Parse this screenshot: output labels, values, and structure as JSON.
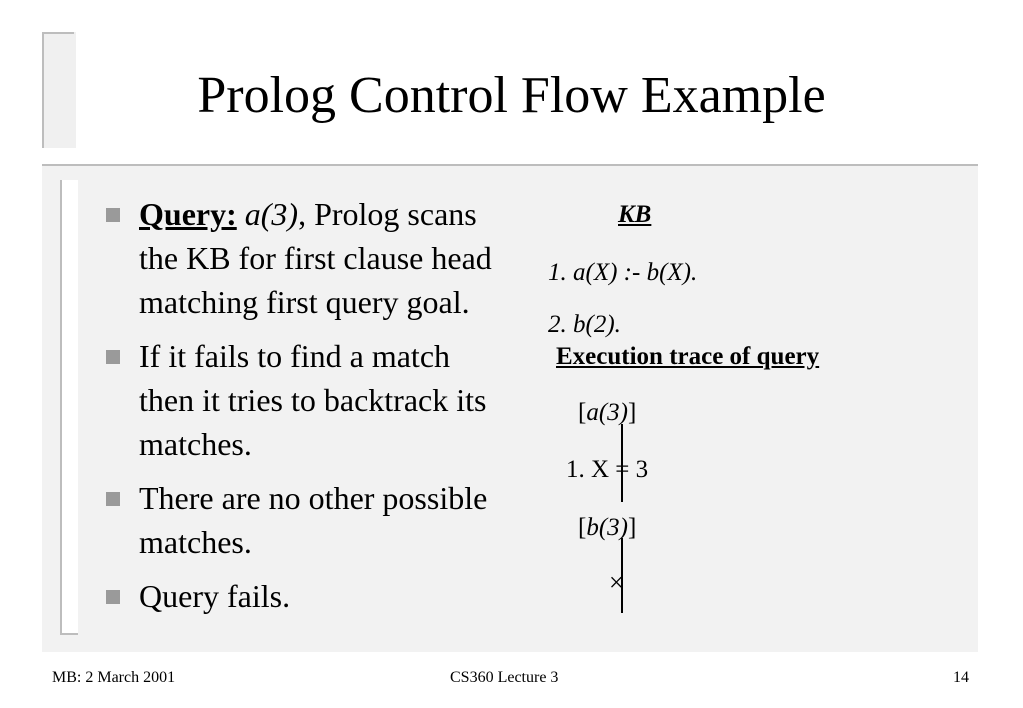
{
  "title": "Prolog Control Flow Example",
  "bullets": {
    "b1": {
      "label": "Query:",
      "goal": "a(3)",
      "rest": ", Prolog scans the KB for first clause head matching first query goal."
    },
    "b2": "If it fails to find a match then it tries to backtrack its matches.",
    "b3": "There are no other possible matches.",
    "b4": "Query fails."
  },
  "kb": {
    "heading": "KB",
    "clause1": "1. a(X) :- b(X).",
    "clause2": "2. b(2)."
  },
  "trace": {
    "heading": "Execution trace of query",
    "goal1": "a(3)",
    "binding": "1. X = 3",
    "goal2": "b(3)",
    "fail_mark": "×"
  },
  "footer": {
    "left": "MB: 2 March 2001",
    "center": "CS360 Lecture 3",
    "right": "14"
  }
}
